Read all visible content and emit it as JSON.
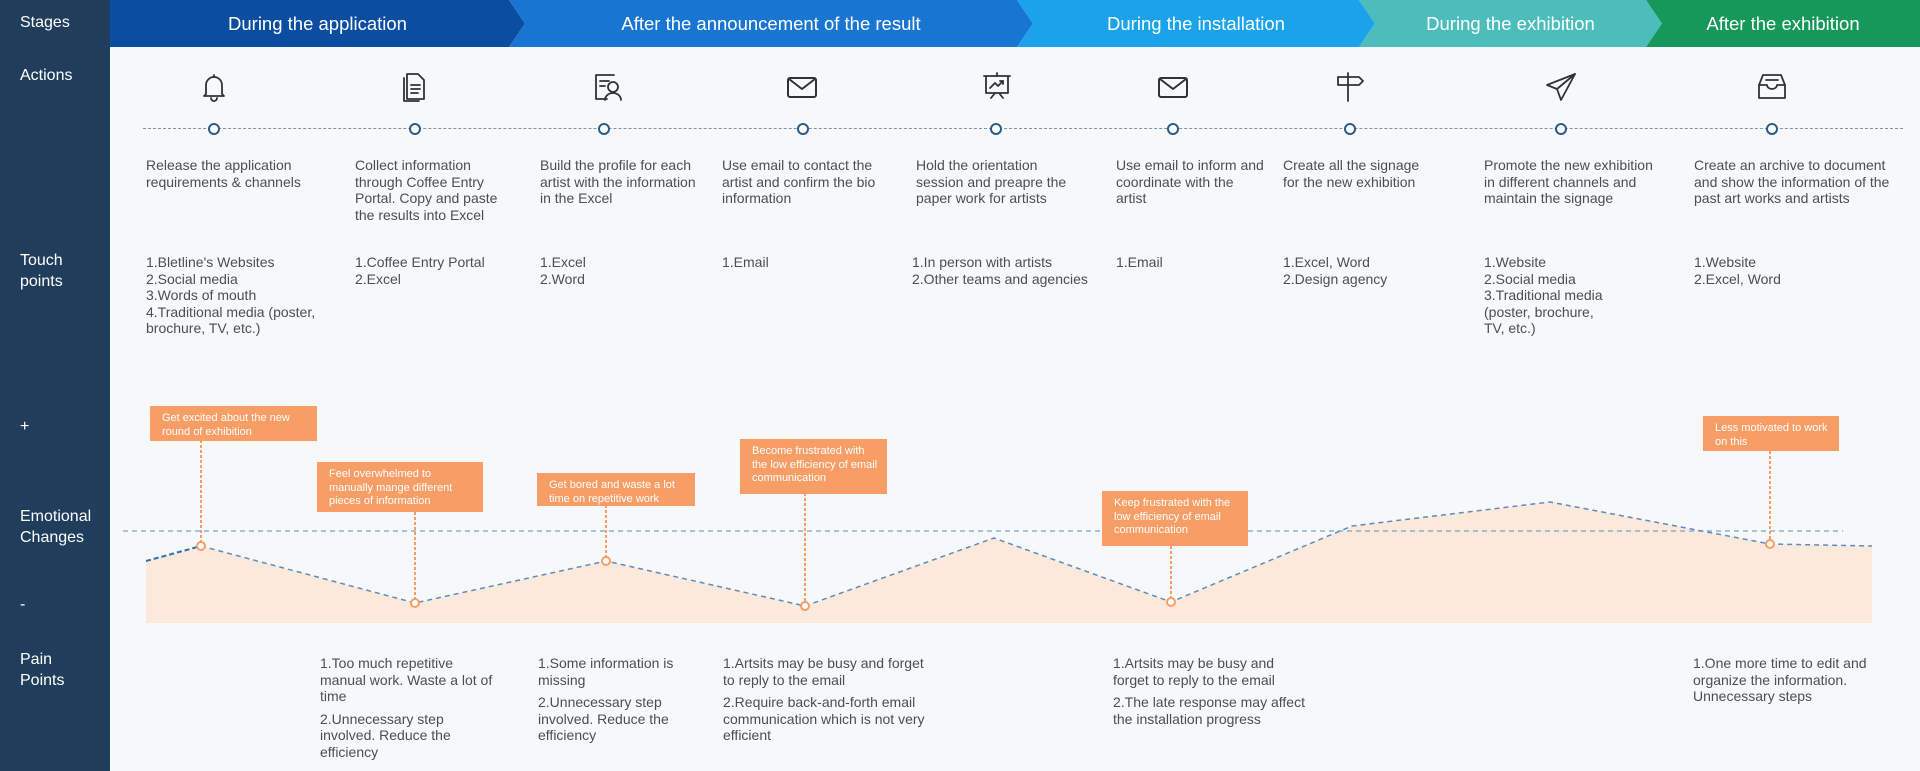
{
  "rows": {
    "stages": "Stages",
    "actions": "Actions",
    "touch_points": "Touch\npoints",
    "plus": "+",
    "emotional_changes": "Emotional\nChanges",
    "minus": "-",
    "pain_points": "Pain\nPoints"
  },
  "stages": [
    {
      "label": "During the application",
      "color": "#0b4da0"
    },
    {
      "label": "After the announcement of the result",
      "color": "#1875d1"
    },
    {
      "label": "During the installation",
      "color": "#1aa3ea"
    },
    {
      "label": "During the exhibition",
      "color": "#4dbdbb"
    },
    {
      "label": "After the exhibition",
      "color": "#16985a"
    }
  ],
  "colors": {
    "sidebar": "#213d5c",
    "orange": "#f79d66",
    "emotion_fill": "#fbeadc",
    "timeline_dot": "#2a5b88"
  },
  "steps": [
    {
      "icon": "bell-icon",
      "action": "Release the application requirements & channels",
      "touch": [
        "1.Bletline's Websites",
        "2.Social media",
        "3.Words of mouth",
        "4.Traditional media (poster, brochure, TV, etc.)"
      ]
    },
    {
      "icon": "document-icon",
      "action": "Collect information through Coffee Entry Portal. Copy and paste the results into Excel",
      "touch": [
        "1.Coffee Entry Portal",
        "2.Excel"
      ]
    },
    {
      "icon": "profile-card-icon",
      "action": "Build the profile for each artist with the information in the Excel",
      "touch": [
        "1.Excel",
        "2.Word"
      ]
    },
    {
      "icon": "email-icon",
      "action": "Use email to contact the artist and confirm the bio information",
      "touch": [
        "1.Email"
      ]
    },
    {
      "icon": "presentation-icon",
      "action": "Hold the orientation session and preapre the paper work for artists",
      "touch": [
        "1.In person with artists",
        "2.Other teams and agencies"
      ]
    },
    {
      "icon": "email-icon",
      "action": "Use email to inform and coordinate with the artist",
      "touch": [
        "1.Email"
      ]
    },
    {
      "icon": "signpost-icon",
      "action": "Create all the signage for the new exhibition",
      "touch": [
        "1.Excel, Word",
        "2.Design agency"
      ]
    },
    {
      "icon": "paper-plane-icon",
      "action": "Promote the new exhibition in different channels and maintain the signage",
      "touch": [
        "1.Website",
        "2.Social media",
        "3.Traditional media (poster, brochure, TV, etc.)"
      ]
    },
    {
      "icon": "archive-box-icon",
      "action": "Create an archive to document and show the information of the past art works and artists",
      "touch": [
        "1.Website",
        "2.Excel, Word"
      ]
    }
  ],
  "emotions": [
    "Get excited about the new round of exhibition",
    "Feel overwhelmed to manually mange different pieces of information",
    "Get bored and waste a lot time on repetitive work",
    "Become frustrated with the low efficiency of email communication",
    "Keep frustrated with the low efficiency of email communication",
    "Less motivated to work on this"
  ],
  "pain_points": [
    [
      "1.Too much repetitive manual work. Waste a lot of time",
      "2.Unnecessary step involved. Reduce the efficiency"
    ],
    [
      "1.Some information is missing",
      "2.Unnecessary step involved. Reduce the efficiency"
    ],
    [
      "1.Artsits may be busy and forget to reply to the email",
      "2.Require back-and-forth email communication which is not very efficient"
    ],
    [
      "1.Artsits may be busy and forget to reply to the email",
      "2.The late response may affect the installation progress"
    ],
    [
      "1.One more time to edit and organize the information. Unnecessary steps"
    ]
  ]
}
